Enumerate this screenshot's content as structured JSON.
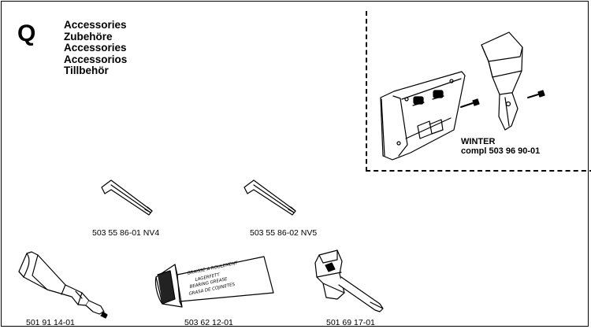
{
  "section": {
    "letter": "Q",
    "titles": [
      "Accessories",
      "Zubehöre",
      "Accessories",
      "Accessorios",
      "Tillbehör"
    ]
  },
  "winter_kit": {
    "name": "WINTER",
    "part": "compl 503 96 90-01"
  },
  "parts": [
    {
      "id": "allen-key-4",
      "number": "503 55 86-01 NV4"
    },
    {
      "id": "allen-key-5",
      "number": "503 55 86-02 NV5"
    },
    {
      "id": "grease-gun",
      "number": "501 91 14-01"
    },
    {
      "id": "bearing-grease",
      "number": "503 62 12-01"
    },
    {
      "id": "spark-plug-wrench",
      "number": "501 69 17-01"
    }
  ],
  "tube_label": {
    "lines": [
      "GRAISSE A ROULEMENT",
      "LAGERFETT",
      "BEARING GREASE",
      "GRASA DE COJINETES"
    ]
  }
}
